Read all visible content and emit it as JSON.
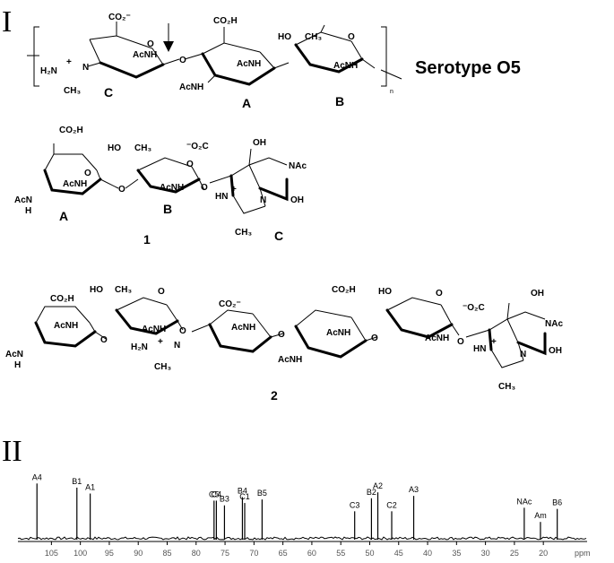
{
  "panel_I_label": "I",
  "panel_II_label": "II",
  "serotype_title": "Serotype O5",
  "repeat_subscript": "n",
  "compound_1_label": "1",
  "compound_2_label": "2",
  "residues": {
    "A": "A",
    "B": "B",
    "C": "C"
  },
  "groups": {
    "co2h": "CO₂H",
    "acnh": "AcNH",
    "nhac": "NAc",
    "ho": "HO",
    "oh": "OH",
    "ch3": "CH₃",
    "co2_minus": "CO₂⁻",
    "o2c_minus": "⁻O₂C",
    "h2n": "H₂N",
    "hn": "HN",
    "n": "N",
    "h": "H",
    "plus": "+",
    "o": "O",
    "acn": "AcN"
  },
  "spectrum": {
    "unit": "ppm",
    "x_ticks": [
      105,
      100,
      95,
      90,
      85,
      80,
      75,
      70,
      65,
      60,
      55,
      50,
      45,
      40,
      35,
      30,
      25,
      20
    ],
    "peaks": [
      {
        "label": "A4",
        "ppm": 107.5,
        "height": 0.95
      },
      {
        "label": "B1",
        "ppm": 100.6,
        "height": 0.88
      },
      {
        "label": "A1",
        "ppm": 98.3,
        "height": 0.78
      },
      {
        "label": "C5",
        "ppm": 76.9,
        "height": 0.66
      },
      {
        "label": "C4",
        "ppm": 76.5,
        "height": 0.66
      },
      {
        "label": "B3",
        "ppm": 75.1,
        "height": 0.58
      },
      {
        "label": "B4",
        "ppm": 72.0,
        "height": 0.72
      },
      {
        "label": "C1",
        "ppm": 71.6,
        "height": 0.62
      },
      {
        "label": "B5",
        "ppm": 68.6,
        "height": 0.68
      },
      {
        "label": "C3",
        "ppm": 52.6,
        "height": 0.48
      },
      {
        "label": "B2",
        "ppm": 49.7,
        "height": 0.7
      },
      {
        "label": "A2",
        "ppm": 48.6,
        "height": 0.8
      },
      {
        "label": "C2",
        "ppm": 46.2,
        "height": 0.48
      },
      {
        "label": "A3",
        "ppm": 42.4,
        "height": 0.74
      },
      {
        "label": "NAc",
        "ppm": 23.3,
        "height": 0.54
      },
      {
        "label": "Am",
        "ppm": 20.5,
        "height": 0.3
      },
      {
        "label": "B6",
        "ppm": 17.6,
        "height": 0.52
      }
    ]
  }
}
